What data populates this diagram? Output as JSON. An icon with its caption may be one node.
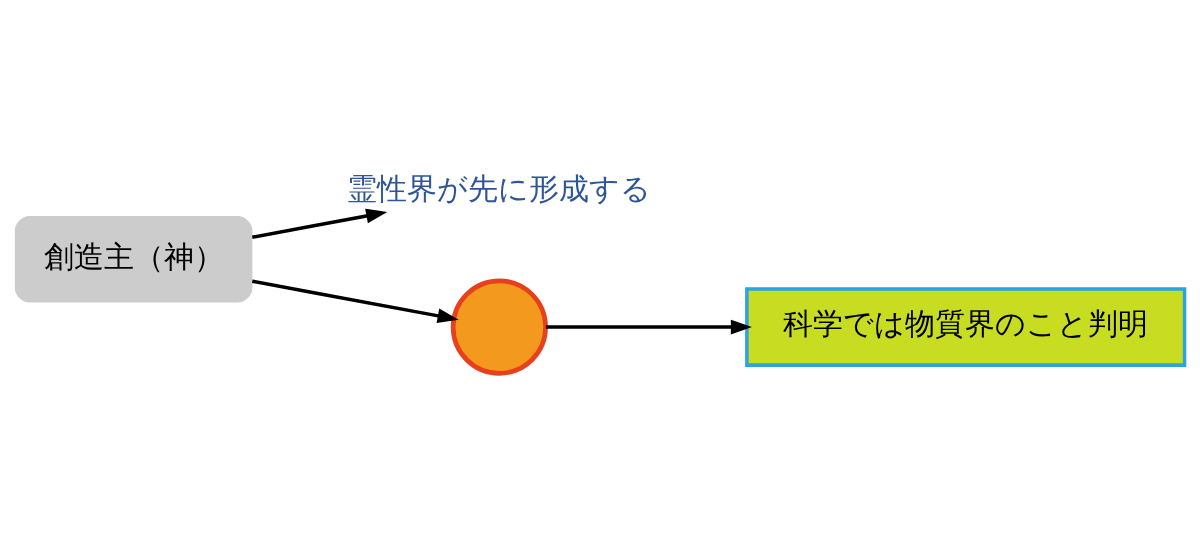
{
  "diagram": {
    "nodes": [
      {
        "text": [
          "創造主（神）"
        ]
      },
      {
        "text": [
          "霊性界が先に形成する"
        ]
      },
      {
        "text": [],
        "shape": "circle"
      },
      {
        "text": [
          "科学では物質界のこと判明"
        ]
      }
    ],
    "edges": [
      {
        "from": 0,
        "to": 1,
        "arrow": "to"
      },
      {
        "from": 0,
        "to": 2,
        "arrow": "to"
      },
      {
        "from": 2,
        "to": 3,
        "arrow": "to"
      }
    ]
  }
}
